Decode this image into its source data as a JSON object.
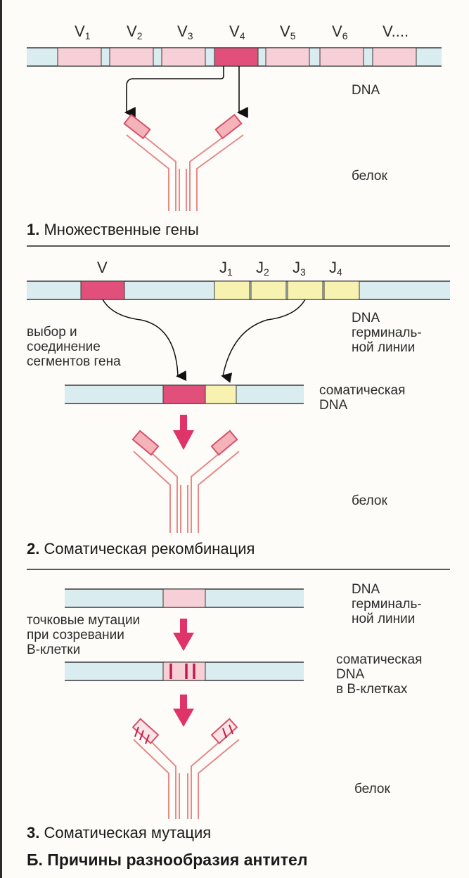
{
  "colors": {
    "dna_band": "#d9ecef",
    "dna_line": "#3a3a3a",
    "v_segment": "#f7cfd6",
    "v_selected": "#e0507a",
    "j_segment": "#f8f2b0",
    "arrow": "#e0336a",
    "antibody": "#e58a86"
  },
  "section1": {
    "gene_labels": [
      {
        "base": "V",
        "sub": "1"
      },
      {
        "base": "V",
        "sub": "2"
      },
      {
        "base": "V",
        "sub": "3"
      },
      {
        "base": "V",
        "sub": "4"
      },
      {
        "base": "V",
        "sub": "5"
      },
      {
        "base": "V",
        "sub": "6"
      },
      {
        "base": "V....",
        "sub": ""
      }
    ],
    "dna_label": "DNA",
    "protein_label": "белок",
    "heading_num": "1.",
    "heading_text": "Множественные гены"
  },
  "section2": {
    "v_label": "V",
    "j_labels": [
      {
        "base": "J",
        "sub": "1"
      },
      {
        "base": "J",
        "sub": "2"
      },
      {
        "base": "J",
        "sub": "3"
      },
      {
        "base": "J",
        "sub": "4"
      }
    ],
    "dna_label_lines": [
      "DNA",
      "герминаль-",
      "ной линии"
    ],
    "selection_lines": [
      "выбор и",
      "соединение",
      "сегментов гена"
    ],
    "somatic_lines": [
      "соматическая",
      "DNA"
    ],
    "protein_label": "белок",
    "heading_num": "2.",
    "heading_text": "Соматическая рекомбинация"
  },
  "section3": {
    "dna_label_lines": [
      "DNA",
      "герминаль-",
      "ной линии"
    ],
    "mutation_lines": [
      "точковые мутации",
      "при созревании",
      "В-клетки"
    ],
    "somatic_lines": [
      "соматическая",
      "DNA",
      "в В-клетках"
    ],
    "protein_label": "белок",
    "heading_num": "3.",
    "heading_text": "Соматическая мутация"
  },
  "figure_title": "Б. Причины разнообразия антител"
}
